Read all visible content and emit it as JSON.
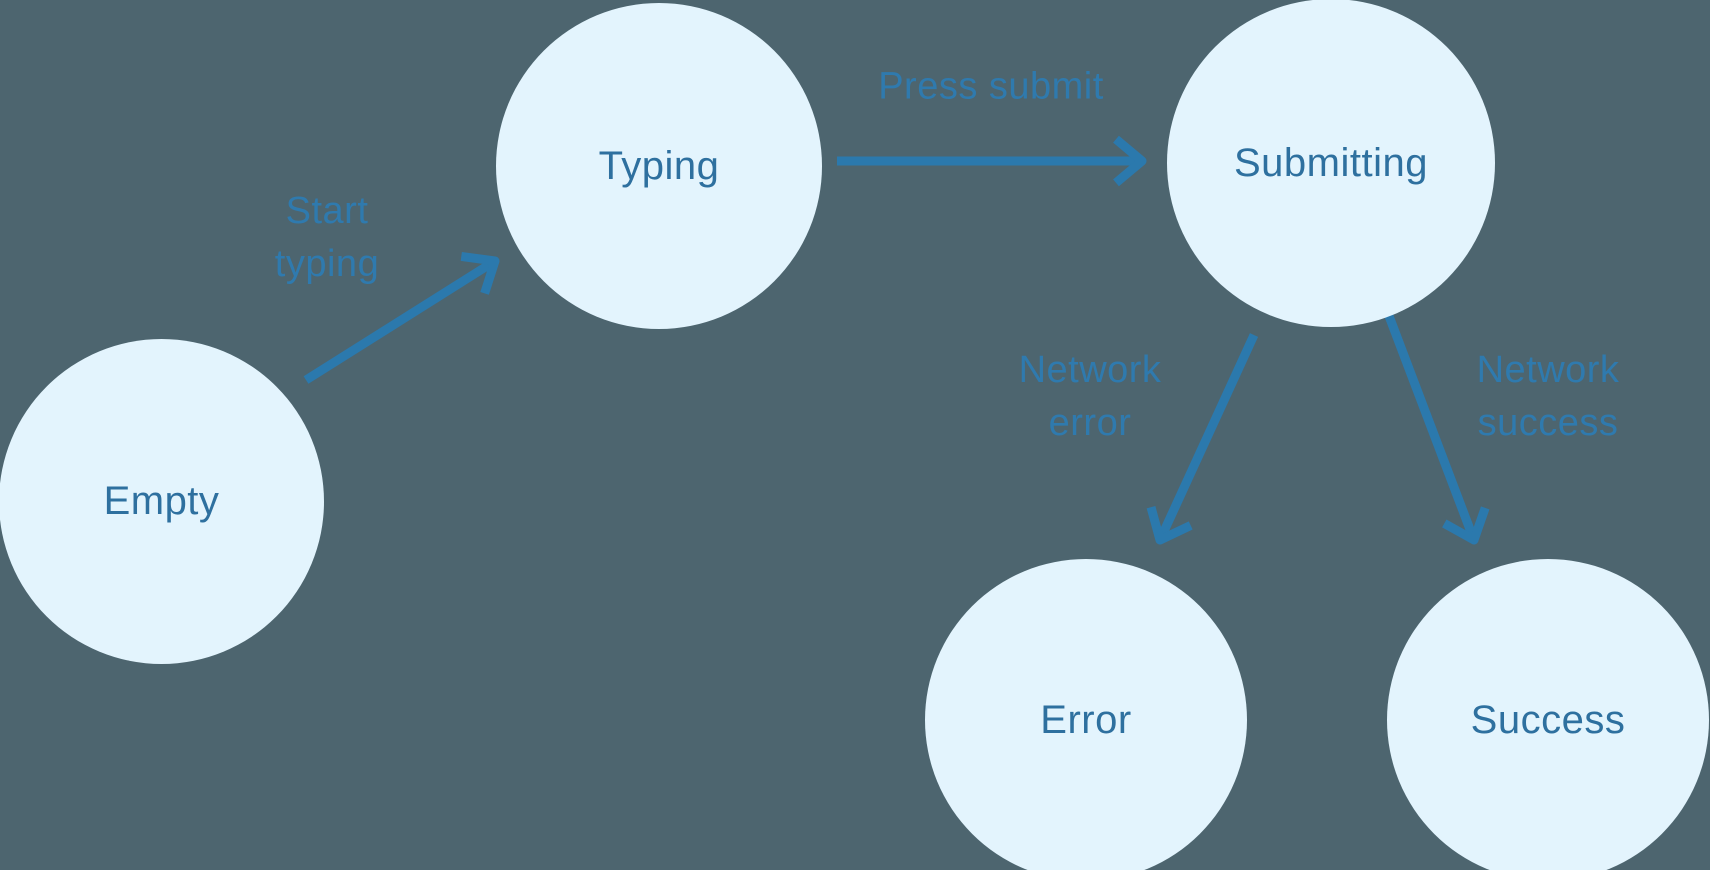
{
  "diagram": {
    "type": "state-machine",
    "nodes": [
      {
        "id": "empty",
        "label": "Empty"
      },
      {
        "id": "typing",
        "label": "Typing"
      },
      {
        "id": "submitting",
        "label": "Submitting"
      },
      {
        "id": "error",
        "label": "Error"
      },
      {
        "id": "success",
        "label": "Success"
      }
    ],
    "edges": [
      {
        "from": "empty",
        "to": "typing",
        "label": "Start typing",
        "label_lines": [
          "Start",
          "typing"
        ]
      },
      {
        "from": "typing",
        "to": "submitting",
        "label": "Press submit",
        "label_lines": [
          "Press submit"
        ]
      },
      {
        "from": "submitting",
        "to": "error",
        "label": "Network error",
        "label_lines": [
          "Network",
          "error"
        ]
      },
      {
        "from": "submitting",
        "to": "success",
        "label": "Network success",
        "label_lines": [
          "Network",
          "success"
        ]
      }
    ],
    "colors": {
      "background": "#4D656F",
      "node_fill": "#E3F4FD",
      "node_text": "#2E709F",
      "arrow": "#2B79AD",
      "edge_label_text": "#2F7AAE"
    }
  }
}
